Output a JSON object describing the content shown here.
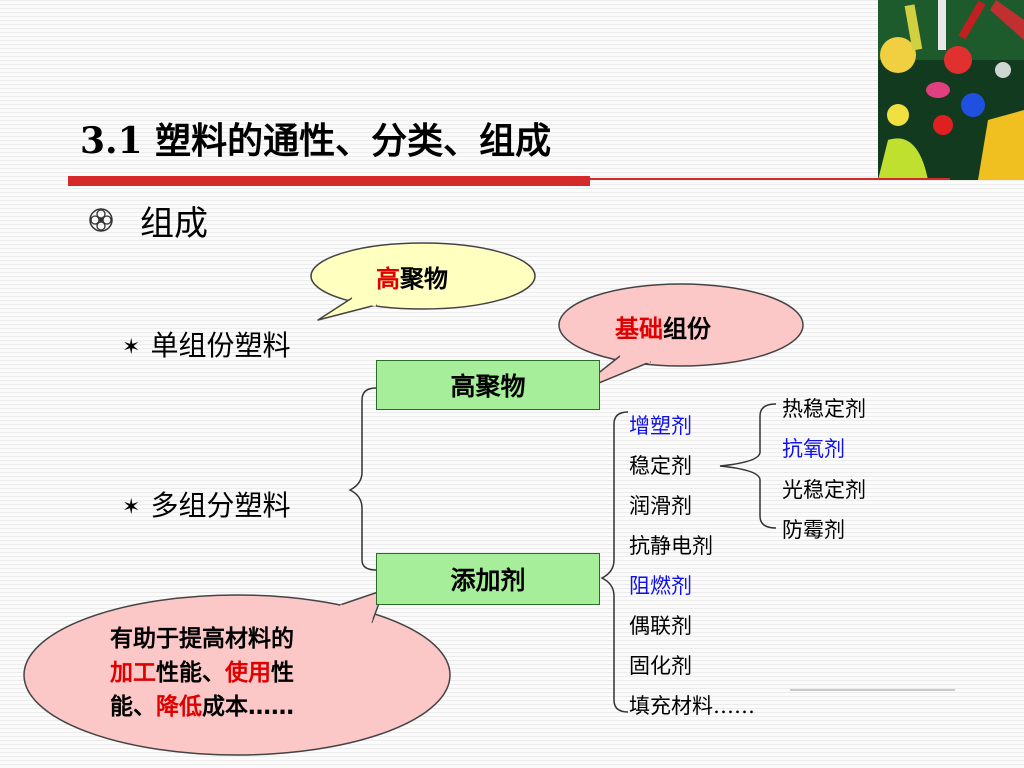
{
  "title": "3.1 塑料的通性、分类、组成",
  "subtitle": "组成",
  "bullets": {
    "single": "单组份塑料",
    "multi": "多组分塑料"
  },
  "boxes": {
    "polymer": "高聚物",
    "additive": "添加剂"
  },
  "callouts": {
    "top": {
      "red": "高",
      "black": "聚物"
    },
    "base": {
      "red": "基础",
      "black": "组份"
    },
    "bottom": {
      "line1": "有助于提高材料的",
      "l2_red1": "加工",
      "l2_black1": "性能、",
      "l2_red2": "使用",
      "l2_black2": "性",
      "l3_black1": "能、",
      "l3_red": "降低",
      "l3_black2": "成本……"
    }
  },
  "additives": [
    "增塑剂",
    "稳定剂",
    "润滑剂",
    "抗静电剂",
    "阻燃剂",
    "偶联剂",
    "固化剂",
    "填充材料……"
  ],
  "stabilizers": [
    "热稳定剂",
    "抗氧剂",
    "光稳定剂",
    "防霉剂"
  ],
  "colors": {
    "accent_red": "#d42a2a",
    "box_green": "#a6ee9a",
    "bubble_pink": "#fcc7c7",
    "bubble_yellow": "#ffffc0",
    "highlight_blue": "#1010ee",
    "highlight_red": "#e00000"
  },
  "icons": [
    "flower-bullet-icon",
    "star-bullet-icon",
    "brace-icon"
  ]
}
